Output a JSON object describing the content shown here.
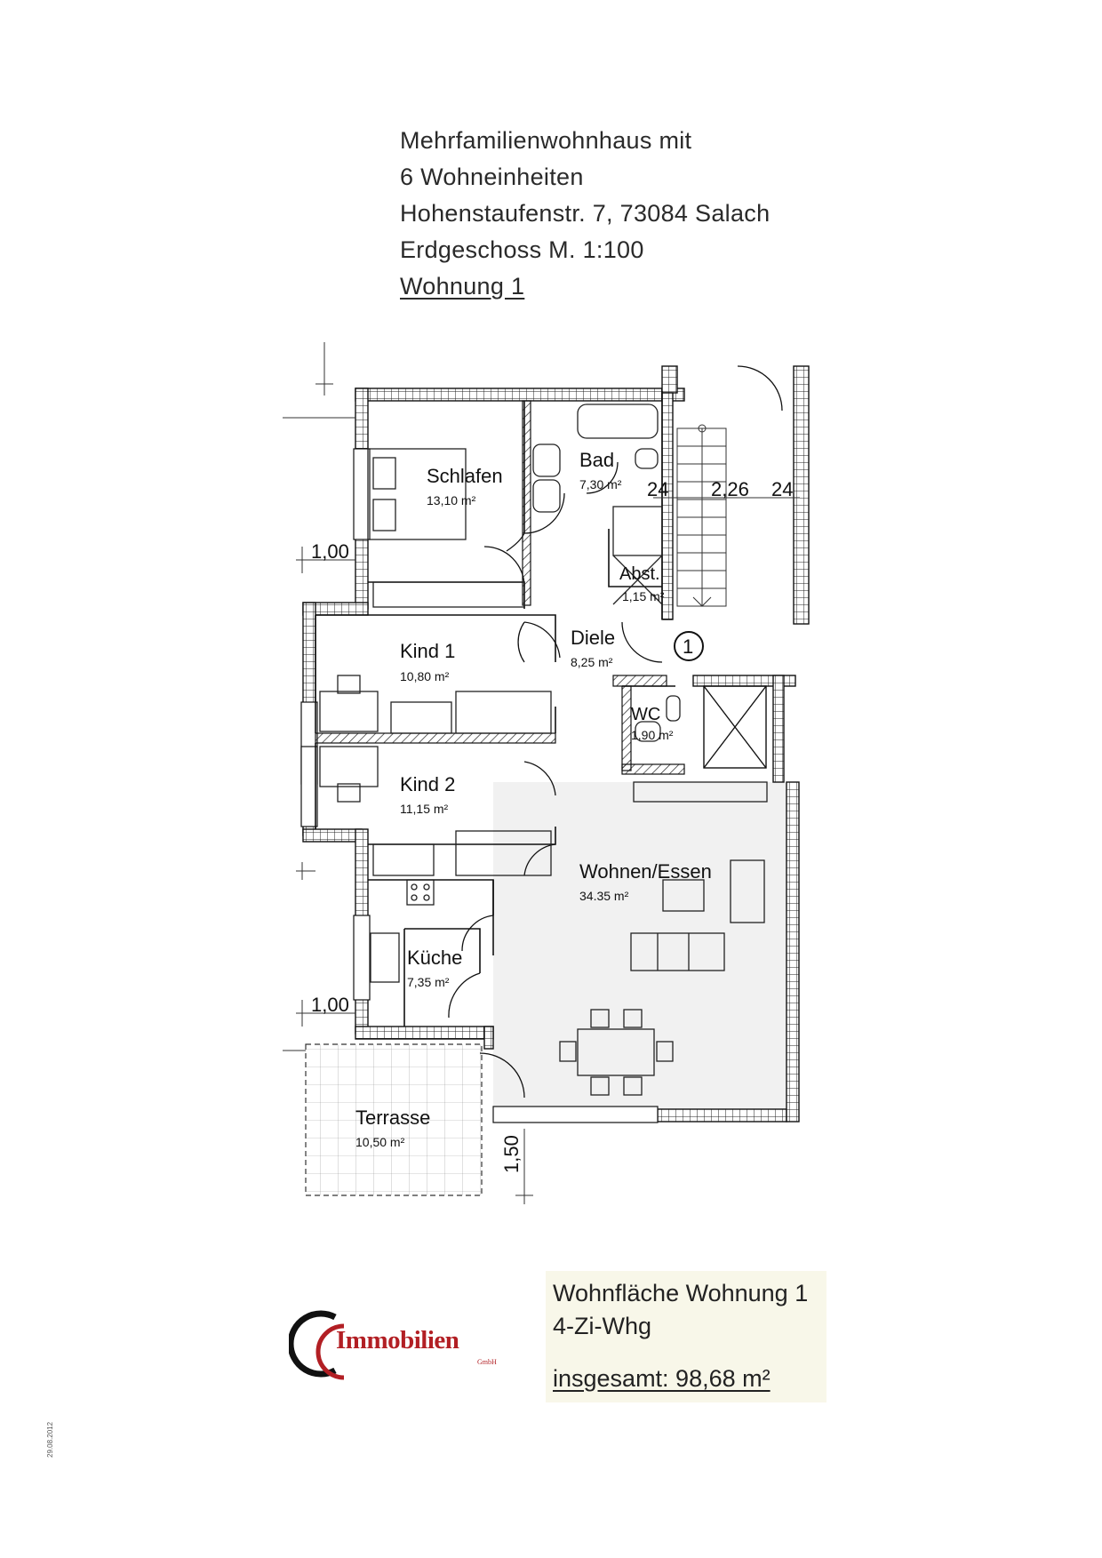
{
  "header": {
    "line1": "Mehrfamilienwohnhaus mit",
    "line2": "6 Wohneinheiten",
    "line3": "Hohenstaufenstr. 7, 73084 Salach",
    "line4": "Erdgeschoss M. 1:100",
    "line5": "Wohnung 1"
  },
  "rooms": {
    "schlafen": {
      "name": "Schlafen",
      "area": "13,10 m²"
    },
    "bad": {
      "name": "Bad",
      "area": "7,30 m²"
    },
    "abst": {
      "name": "Abst.",
      "area": "1,15 m²"
    },
    "diele": {
      "name": "Diele",
      "area": "8,25 m²"
    },
    "kind1": {
      "name": "Kind 1",
      "area": "10,80 m²"
    },
    "kind2": {
      "name": "Kind 2",
      "area": "11,15 m²"
    },
    "wc": {
      "name": "WC",
      "area": "1,90 m²"
    },
    "wohnen": {
      "name": "Wohnen/Essen",
      "area": "34.35 m²"
    },
    "kueche": {
      "name": "Küche",
      "area": "7,35 m²"
    },
    "terrasse": {
      "name": "Terrasse",
      "area": "10,50 m²"
    }
  },
  "dimensions": {
    "left_upper": "1,00",
    "left_lower": "1,00",
    "terrace_depth": "1,50",
    "stair_left": "24",
    "stair_width": "2,26",
    "stair_right": "24"
  },
  "entrance_marker": "1",
  "summary": {
    "title": "Wohnfläche Wohnung 1",
    "type": "4-Zi-Whg",
    "total": "insgesamt: 98,68 m²"
  },
  "logo": {
    "text": "Immobilien",
    "sub": "GmbH"
  },
  "date_stamp": "29.08.2012",
  "colors": {
    "wall_fill": "#ffffff",
    "wall_stroke": "#111111",
    "logo_red": "#b21f24",
    "summary_bg": "#f8f7e9"
  }
}
